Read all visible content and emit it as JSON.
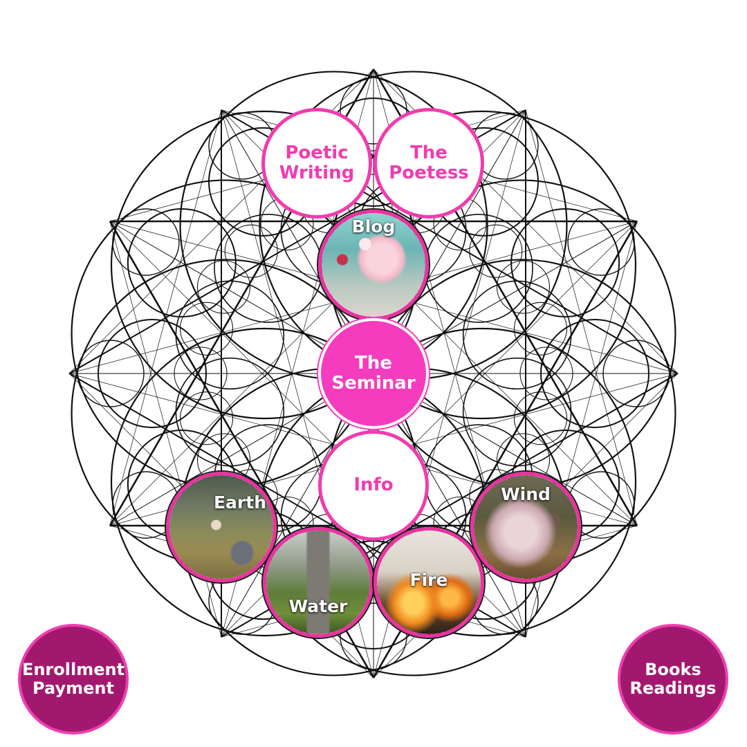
{
  "colors": {
    "accent_pink": "#f03cae",
    "center_pink": "#f53cbe",
    "plum": "#a3186f",
    "line": "#111111"
  },
  "nav": {
    "poetic_writing": "Poetic\nWriting",
    "the_poetess": "The\nPoetess",
    "blog": "Blog",
    "the_seminar": "The\nSeminar",
    "info": "Info",
    "earth": "Earth",
    "water": "Water",
    "fire": "Fire",
    "wind": "Wind",
    "enrollment_payment": "Enrollment\nPayment",
    "books_readings": "Books\nReadings"
  }
}
